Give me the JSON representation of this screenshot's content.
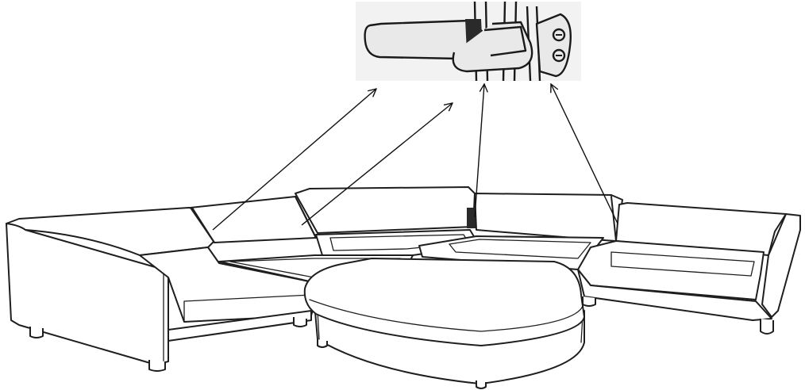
{
  "diagram": {
    "subject": "sectional-sofa-latch-connection",
    "components": [
      "latch-detail-inset",
      "left-chaise-module",
      "left-corner-back-module",
      "center-armless-module",
      "center-right-back-module",
      "right-end-module",
      "ottoman"
    ],
    "arrow_count": 4
  }
}
